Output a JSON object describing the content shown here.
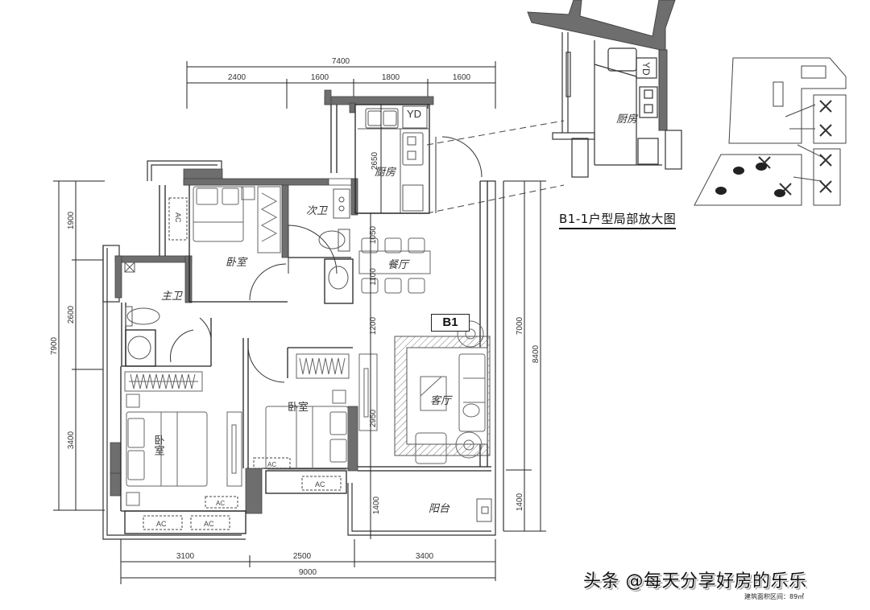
{
  "plan": {
    "unit_tag": "B1",
    "inset_title": "B1-1户型局部放大图",
    "area_note": "建筑面积区间：89㎡",
    "watermark": "头条 @每天分享好房的乐乐"
  },
  "dimensions": {
    "top_total": "7400",
    "top_segments": [
      "2400",
      "1600",
      "1800",
      "1600"
    ],
    "left_total": "7900",
    "left_segments": [
      "1900",
      "2600",
      "3400"
    ],
    "right_total": "8400",
    "right_segments": [
      "7000",
      "1400"
    ],
    "bottom_total": "9000",
    "bottom_segments": [
      "3100",
      "2500",
      "3400"
    ],
    "interior": {
      "kitchen_depth": "2650",
      "dining_1": "1050",
      "dining_2": "1100",
      "dining_3": "1200",
      "living_depth": "2950",
      "balcony_depth": "1400"
    }
  },
  "rooms": {
    "kitchen": "厨房",
    "second_bath": "次卫",
    "master_bath": "主卫",
    "bedroom_top": "卧室",
    "dining": "餐厅",
    "living": "客厅",
    "bedroom_master": "卧室",
    "bedroom_second": "卧室",
    "balcony": "阳台",
    "inset_kitchen": "厨房"
  },
  "fixtures": {
    "ac_label": "AC",
    "yd_label": "YD"
  },
  "colors": {
    "wall": "#6e6e6e",
    "line": "#222222",
    "background": "#ffffff"
  }
}
